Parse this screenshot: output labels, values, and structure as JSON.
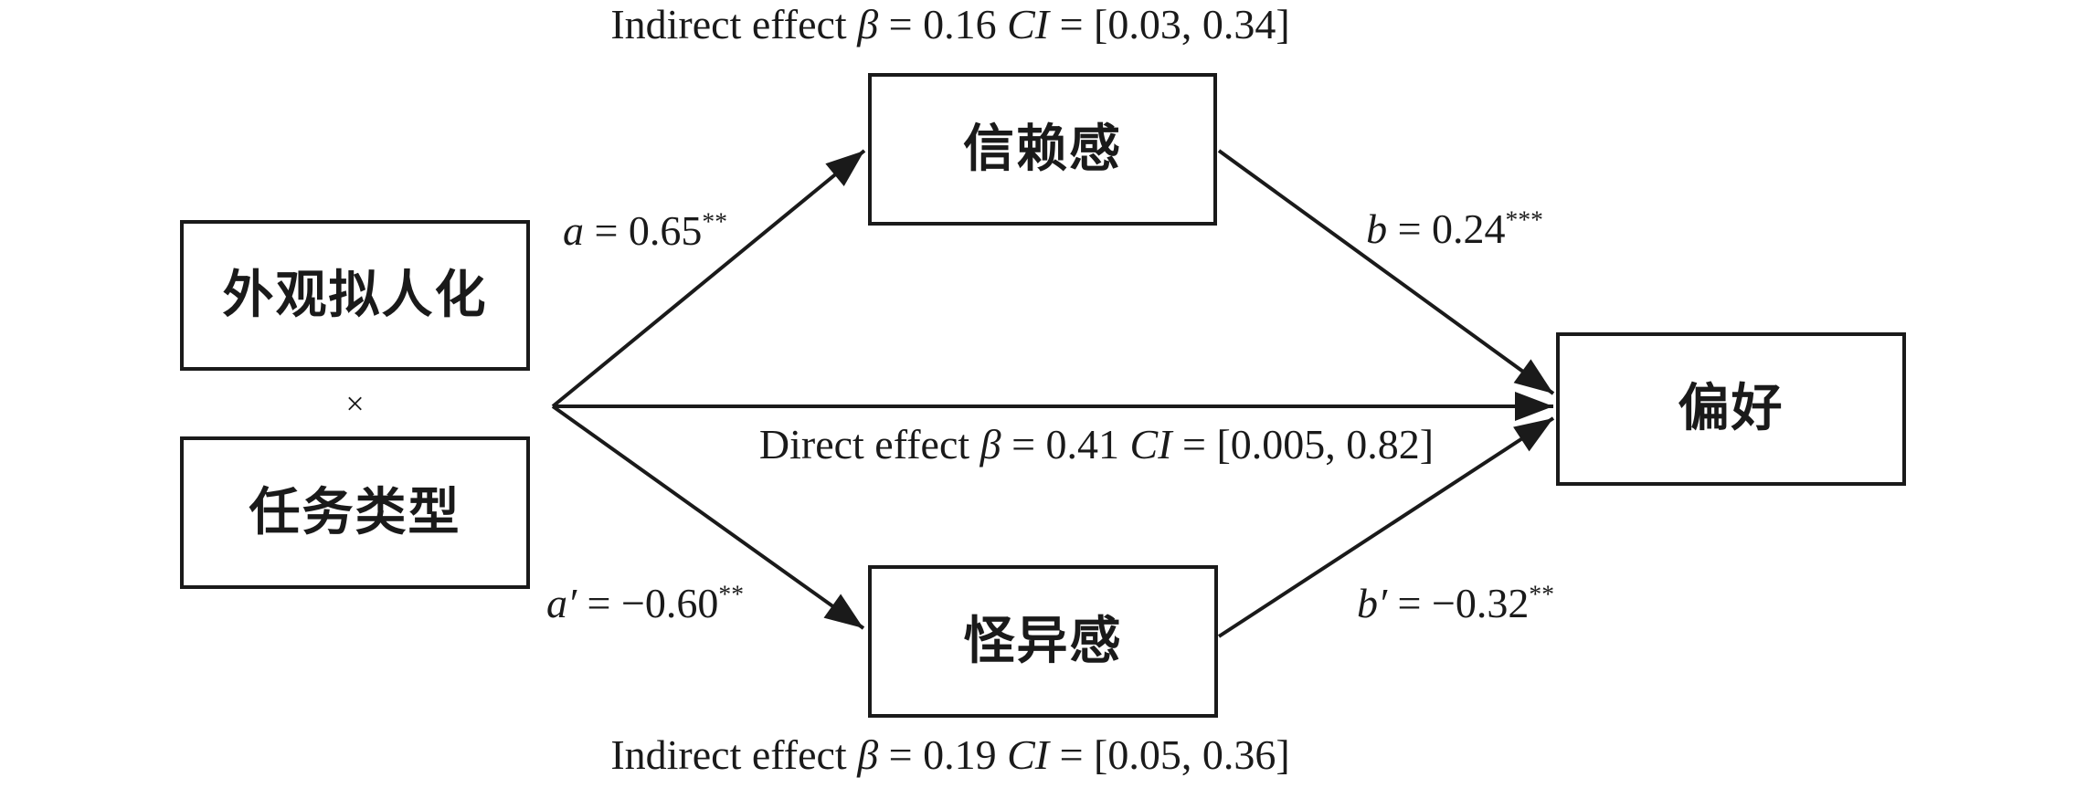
{
  "boxes": {
    "predictor": {
      "label": "外观拟人化"
    },
    "moderator": {
      "label": "任务类型"
    },
    "interaction": {
      "symbol": "×"
    },
    "mediator_top": {
      "label": "信赖感"
    },
    "mediator_bottom": {
      "label": "怪异感"
    },
    "outcome": {
      "label": "偏好"
    }
  },
  "path_labels": {
    "a": {
      "var": "a",
      "value": " = 0.65",
      "sig": "**"
    },
    "b": {
      "var": "b",
      "value": " = 0.24",
      "sig": "***"
    },
    "a_prime": {
      "var": "a′",
      "value": " = −0.60",
      "sig": "**"
    },
    "b_prime": {
      "var": "b′",
      "value": " = −0.32",
      "sig": "**"
    }
  },
  "effects": {
    "indirect_top": {
      "prefix": "Indirect effect ",
      "beta": "β",
      "beta_value": " = 0.16 ",
      "ci": "CI",
      "ci_value": " = [0.03, 0.34]"
    },
    "direct": {
      "prefix": "Direct effect ",
      "beta": "β",
      "beta_value": " = 0.41 ",
      "ci": "CI",
      "ci_value": " = [0.005, 0.82]"
    },
    "indirect_bottom": {
      "prefix": "Indirect effect ",
      "beta": "β",
      "beta_value": " = 0.19 ",
      "ci": "CI",
      "ci_value": " = [0.05, 0.36]"
    }
  },
  "colors": {
    "ink": "#1a1a1a",
    "background": "#ffffff"
  }
}
